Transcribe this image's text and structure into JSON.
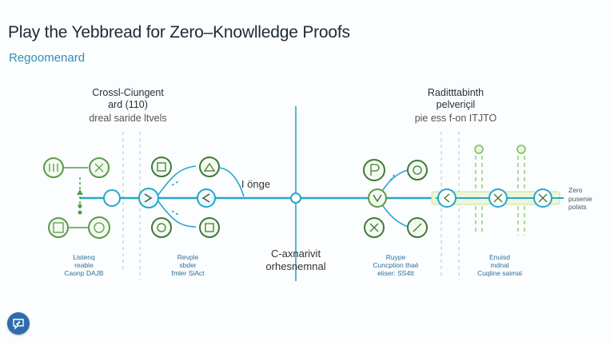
{
  "header": {
    "title": "Play the Yebbread for Zero–Knowlledge Proofs",
    "subtitle": "Regoomenard"
  },
  "left_panel": {
    "heading_1": "Crossl-Ciungent",
    "heading_2": "ard (110)",
    "heading_3": "dreal saride ltvels",
    "foot_left_1": "Listenq",
    "foot_left_2": "reable",
    "foot_left_3": "Caonp DAJB",
    "foot_right_1": "Revple",
    "foot_right_2": "sbder",
    "foot_right_3": "fmler SiAct"
  },
  "center": {
    "label_top": "I önge",
    "label_bottom_1": "C-axnarivit",
    "label_bottom_2": "orhesnemnal"
  },
  "right_panel": {
    "heading_1": "Raditttabinth",
    "heading_2": "pelveriçil",
    "heading_3": "pie ess f-on ITJTO",
    "foot_left_1": "Ruype",
    "foot_left_2": "Cuncption thaé",
    "foot_left_3": "eiiser: SS4tt",
    "foot_right_1": "Enuisd",
    "foot_right_2": "mdnal",
    "foot_right_3": "Cuqline saimal",
    "zero_1": "Zero",
    "zero_2": "pusenie",
    "zero_3": "polats"
  },
  "colors": {
    "accent_blue": "#27a7c9",
    "node_green": "#5a9a4a",
    "guide_green": "#8cc774",
    "fab_blue": "#2f6cae"
  },
  "icons": {
    "fab": "chat-icon"
  }
}
